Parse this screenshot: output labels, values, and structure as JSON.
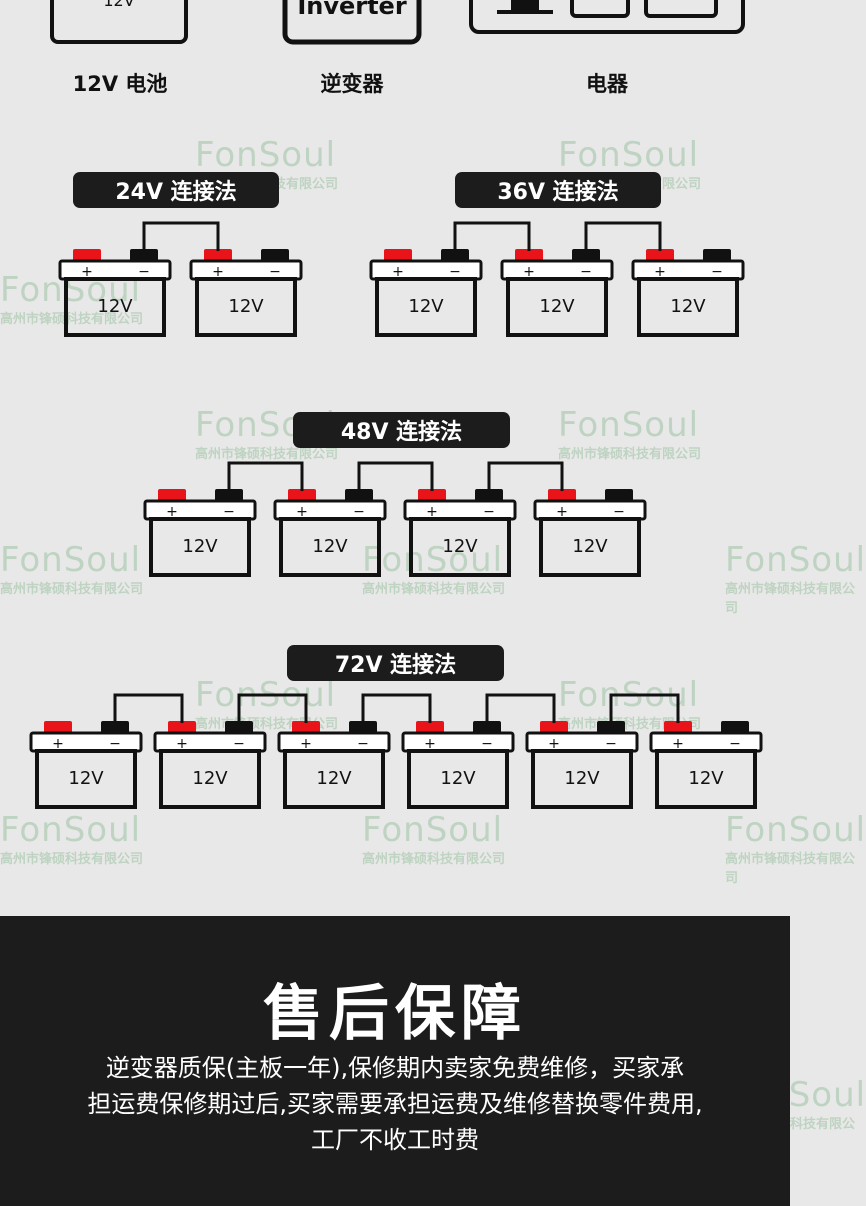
{
  "header_items": {
    "battery_label": "12V 电池",
    "battery_text": "12V",
    "inverter_label": "逆变器",
    "inverter_text": "Inverter",
    "appliance_label": "电器"
  },
  "sections": [
    {
      "title": "24V 连接法",
      "count": 2
    },
    {
      "title": "36V 连接法",
      "count": 3
    },
    {
      "title": "48V 连接法",
      "count": 4
    },
    {
      "title": "72V 连接法",
      "count": 6
    }
  ],
  "battery": {
    "voltage": "12V",
    "plus": "+",
    "minus": "−"
  },
  "colors": {
    "positive": "#e8141a",
    "negative": "#111111",
    "background": "#e8e8e8",
    "dark": "#1c1c1c"
  },
  "watermark": {
    "logo": "FonSoul",
    "company": "高州市锋硕科技有限公司"
  },
  "after_sales": {
    "title": "售后保障",
    "lines": [
      "逆变器质保(主板一年),保修期内卖家免费维修，买家承",
      "担运费保修期过后,买家需要承担运费及维修替换零件费用,",
      "工厂不收工时费"
    ]
  }
}
